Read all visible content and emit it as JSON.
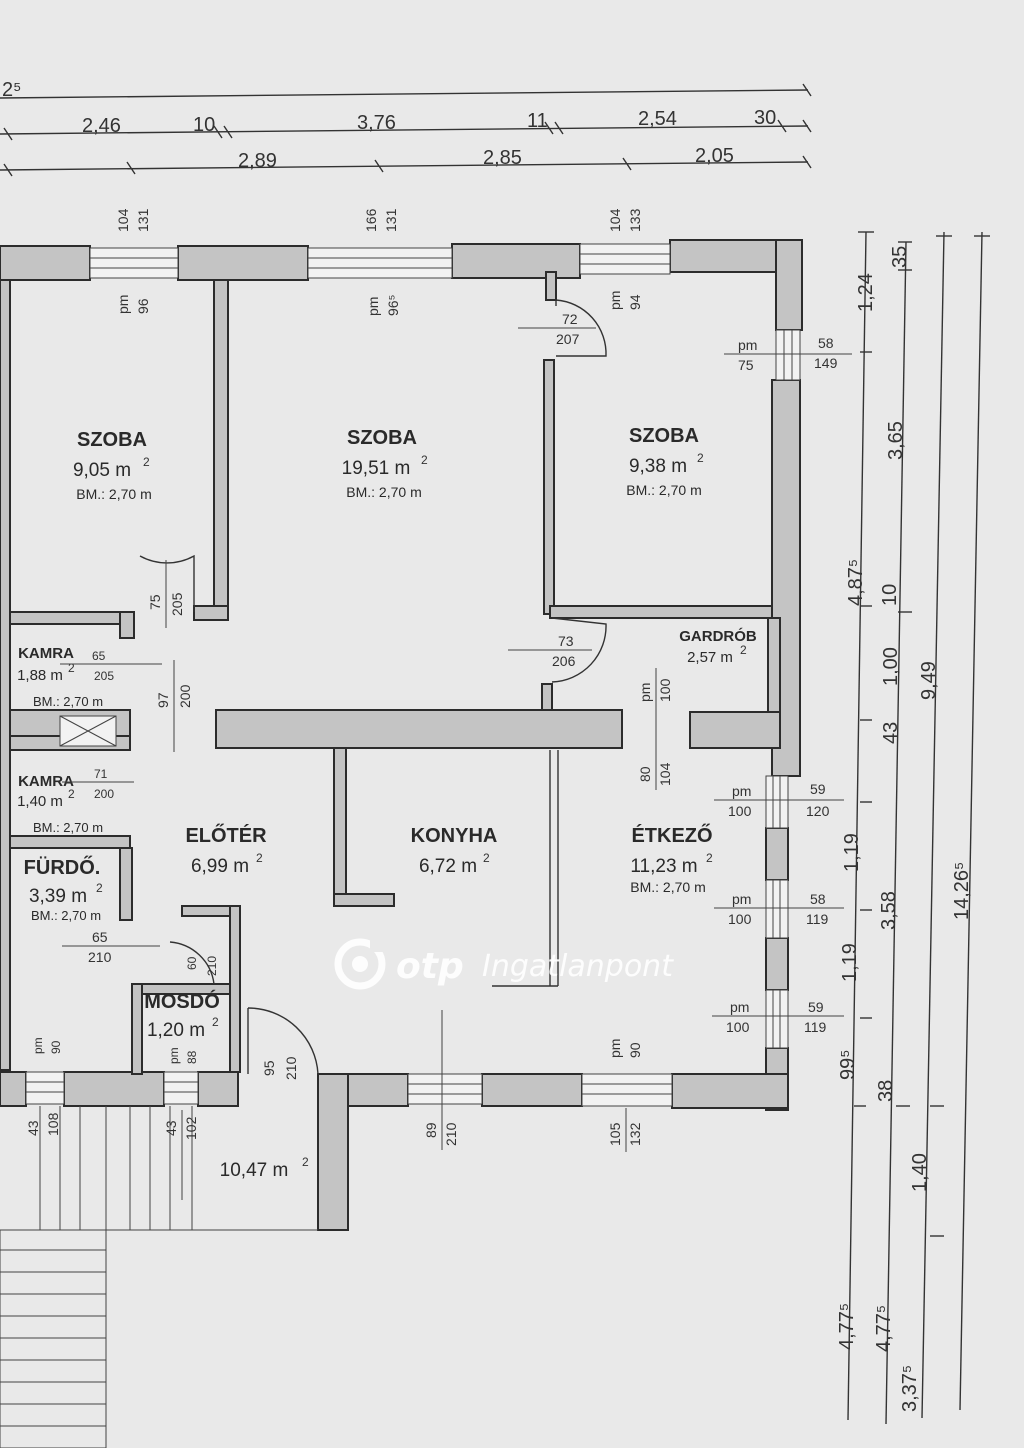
{
  "rooms": {
    "szoba1": {
      "name": "SZOBA",
      "area": "9,05 m",
      "bm": "BM.: 2,70 m"
    },
    "szoba2": {
      "name": "SZOBA",
      "area": "19,51 m",
      "bm": "BM.: 2,70 m"
    },
    "szoba3": {
      "name": "SZOBA",
      "area": "9,38 m",
      "bm": "BM.: 2,70 m"
    },
    "gardrob": {
      "name": "GARDRÓB",
      "area": "2,57 m"
    },
    "kamra1": {
      "name": "KAMRA",
      "area": "1,88 m",
      "bm": "BM.: 2,70 m"
    },
    "kamra2": {
      "name": "KAMRA",
      "area": "1,40 m",
      "bm": "BM.: 2,70 m"
    },
    "furdo": {
      "name": "FÜRDŐ.",
      "area": "3,39 m",
      "bm": "BM.: 2,70 m"
    },
    "eloter": {
      "name": "ELŐTÉR",
      "area": "6,99 m"
    },
    "konyha": {
      "name": "KONYHA",
      "area": "6,72 m"
    },
    "etkezo": {
      "name": "ÉTKEZŐ",
      "area": "11,23 m",
      "bm": "BM.: 2,70 m"
    },
    "mosdo": {
      "name": "MOSDÓ",
      "area": "1,20 m"
    },
    "terrace": {
      "area": "10,47 m"
    },
    "sup": "2"
  },
  "top_dims": {
    "row0": "2⁵",
    "row1": [
      "2,46",
      "10",
      "3,76",
      "11",
      "2,54",
      "30"
    ],
    "row2": [
      "2,89",
      "2,85",
      "2,05"
    ]
  },
  "right_dims": {
    "col1": [
      "1,24",
      "3,65",
      "4,87⁵",
      "1,00",
      "43",
      "1,19",
      "3,58",
      "1,19",
      "99⁵",
      "4,77⁵"
    ],
    "col2": [
      "35",
      "10",
      "9,49",
      "38",
      "1,40",
      "4,77⁵",
      "3,37⁵"
    ],
    "col3": [
      "14,26⁵"
    ]
  },
  "openings": {
    "w1": [
      "104",
      "131"
    ],
    "w2": [
      "166",
      "131"
    ],
    "w3": [
      "104",
      "133"
    ],
    "pm1": [
      "pm",
      "96"
    ],
    "pm2": [
      "pm",
      "96⁵"
    ],
    "pm3": [
      "pm",
      "94"
    ],
    "d1": [
      "72",
      "207"
    ],
    "d2": [
      "75",
      "205"
    ],
    "d3": [
      "73",
      "206"
    ],
    "d4": [
      "65",
      "205"
    ],
    "d5": [
      "97",
      "200"
    ],
    "d6": [
      "71",
      "200"
    ],
    "d7": [
      "65",
      "210"
    ],
    "d8": [
      "60",
      "210"
    ],
    "d9": [
      "95",
      "210"
    ],
    "pm_g": [
      "pm",
      "100"
    ],
    "d10": [
      "80",
      "104"
    ],
    "rw1": [
      "pm",
      "75",
      "58",
      "149"
    ],
    "rw2": [
      "pm",
      "100",
      "59",
      "120"
    ],
    "rw3": [
      "pm",
      "100",
      "58",
      "119"
    ],
    "rw4": [
      "pm",
      "100",
      "59",
      "119"
    ],
    "pm_f": [
      "pm",
      "90"
    ],
    "pm_m": [
      "pm",
      "88"
    ],
    "pm_k": [
      "pm",
      "90"
    ],
    "bw1": [
      "43",
      "108"
    ],
    "bw2": [
      "43",
      "102"
    ],
    "bw3": [
      "89",
      "210"
    ],
    "bw4": [
      "105",
      "132"
    ]
  },
  "watermark": {
    "brand": "otp",
    "sub": "Ingatlanpont"
  }
}
